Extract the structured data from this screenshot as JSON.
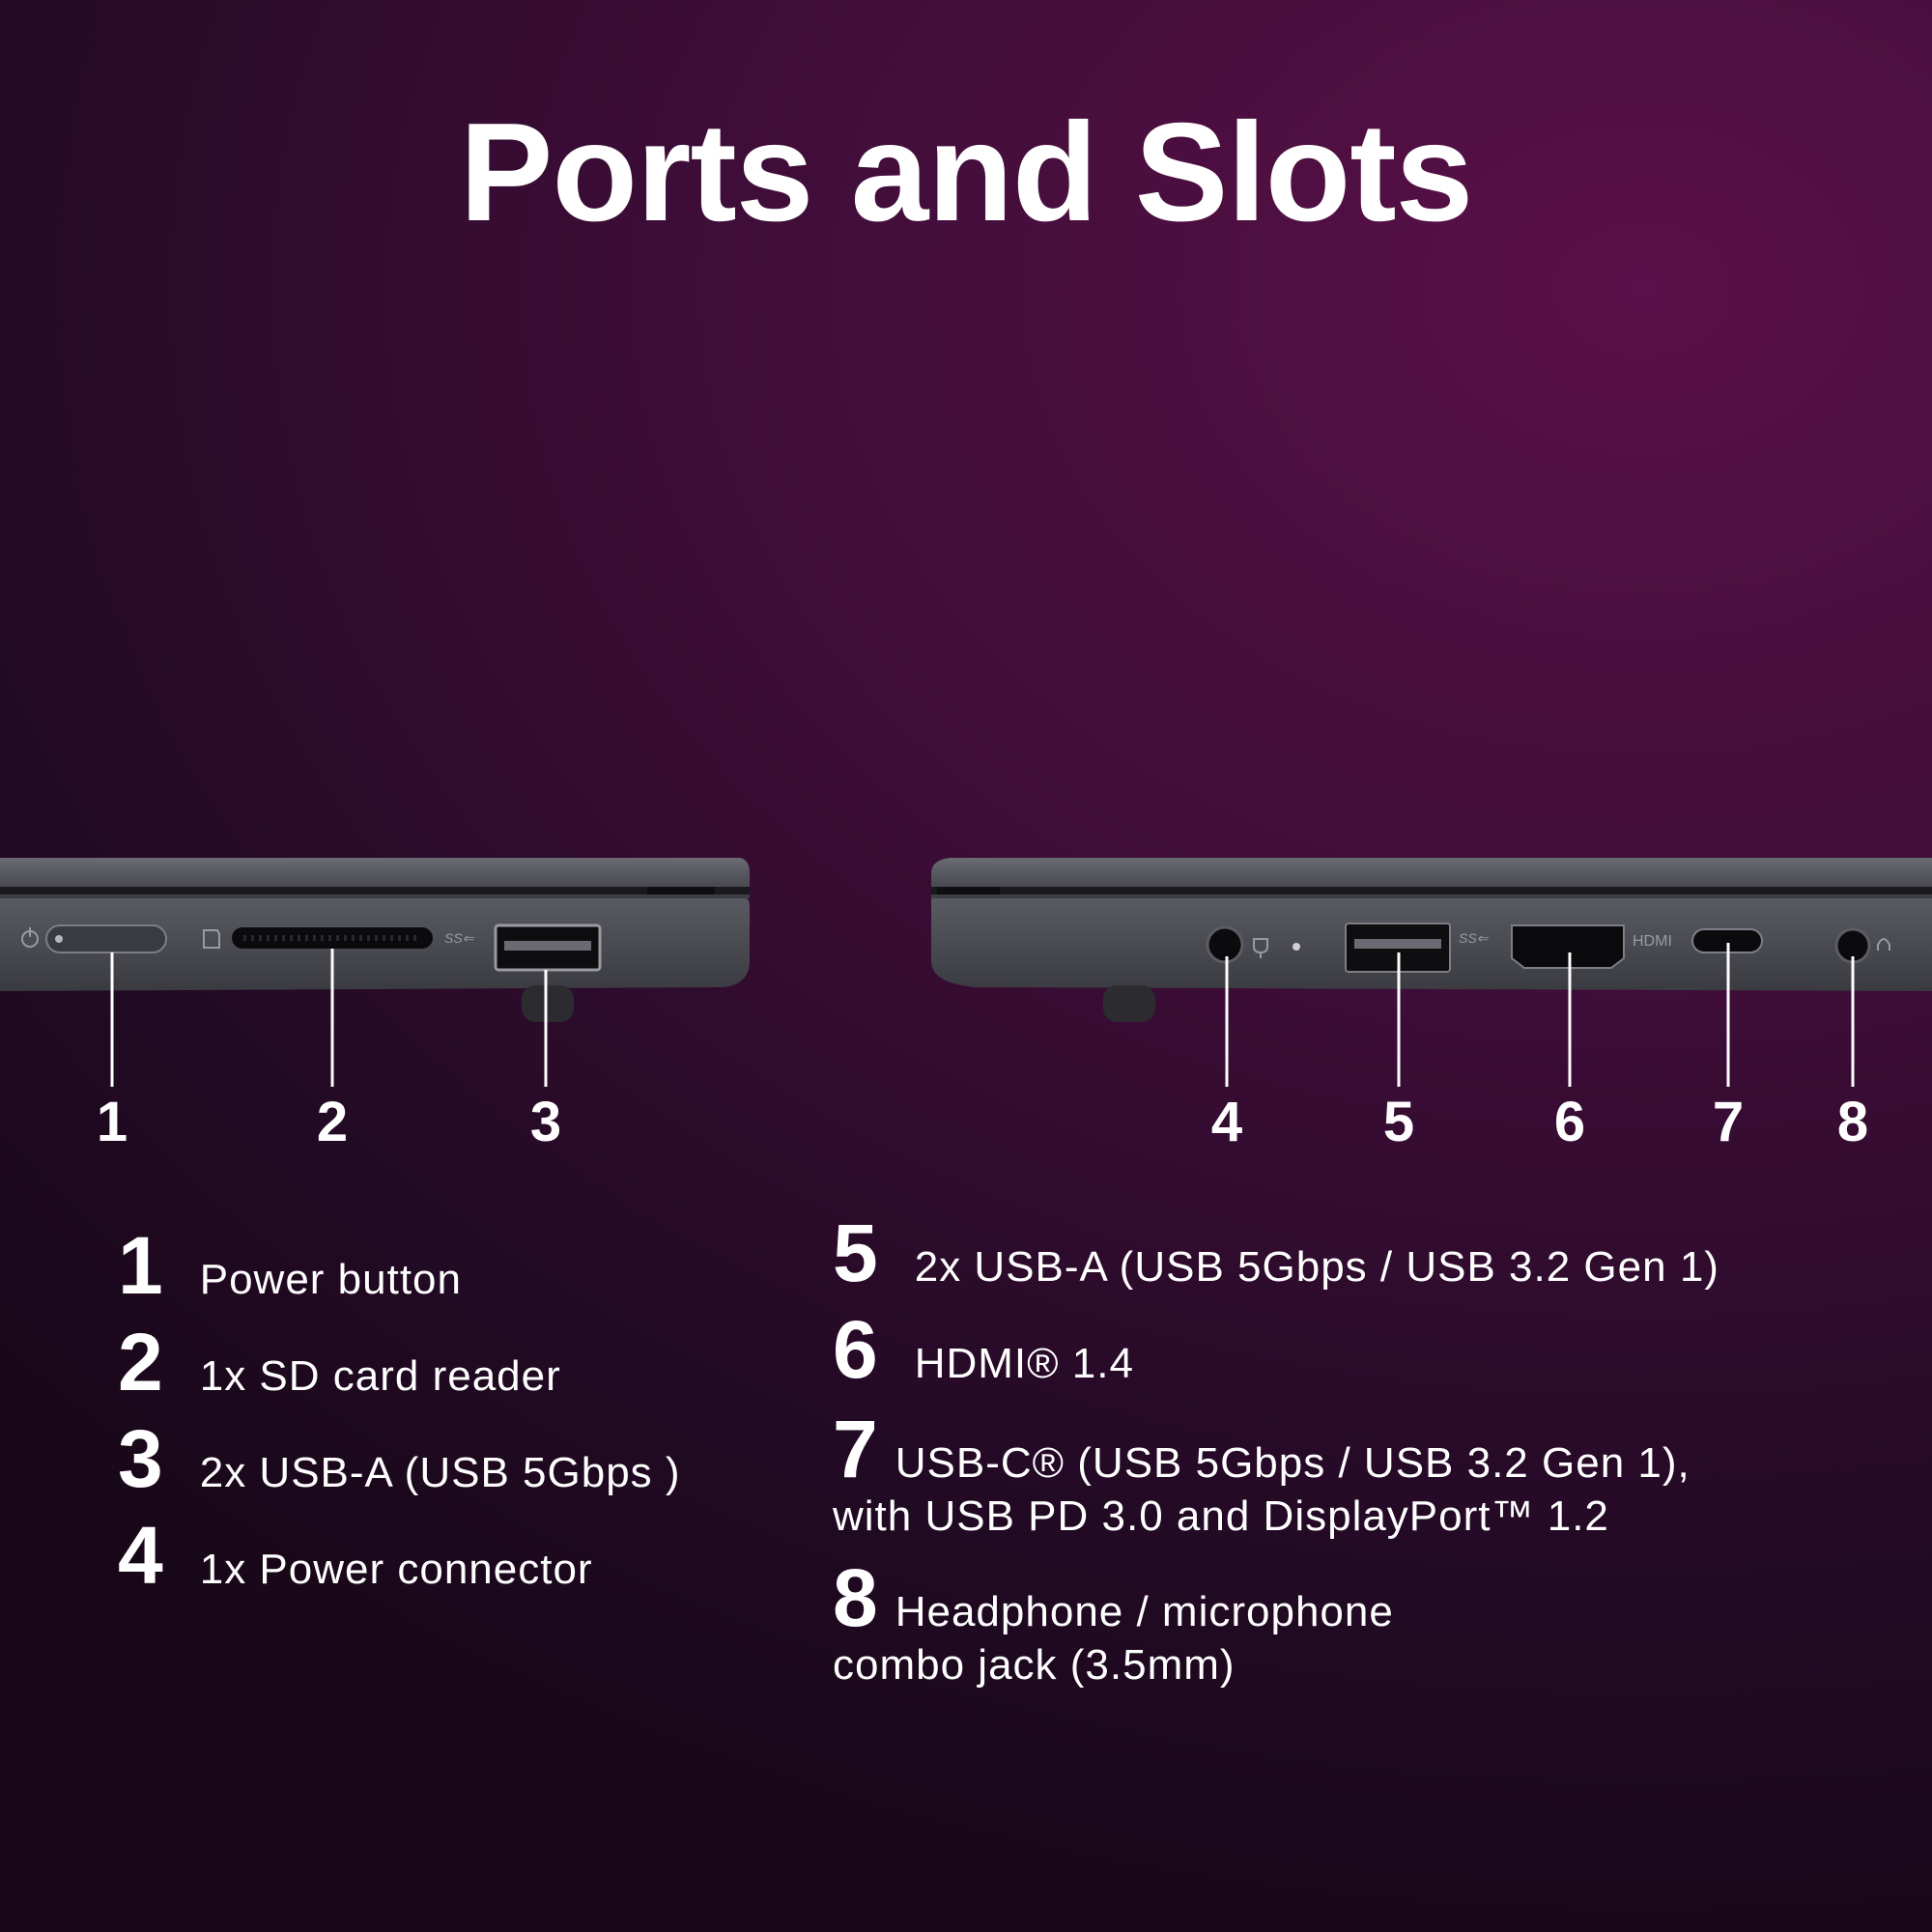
{
  "title": "Ports and Slots",
  "colors": {
    "background": "#3e0d38",
    "laptop_body": "#4a4b52",
    "text": "#ffffff"
  },
  "callouts": [
    "1",
    "2",
    "3",
    "4",
    "5",
    "6",
    "7",
    "8"
  ],
  "port_labels": {
    "usb_ss": "SS⇐",
    "hdmi": "HDMI"
  },
  "legend": [
    {
      "num": "1",
      "text": "Power button"
    },
    {
      "num": "2",
      "text": "1x SD card reader"
    },
    {
      "num": "3",
      "text": "2x USB-A (USB 5Gbps )"
    },
    {
      "num": "4",
      "text": "1x Power connector"
    },
    {
      "num": "5",
      "text": "2x USB-A (USB 5Gbps / USB 3.2 Gen 1)"
    },
    {
      "num": "6",
      "text": "HDMI® 1.4"
    },
    {
      "num": "7",
      "line1": "USB-C® (USB 5Gbps / USB 3.2 Gen 1),",
      "line2": "with USB PD 3.0 and DisplayPort™ 1.2"
    },
    {
      "num": "8",
      "line1": "Headphone / microphone",
      "line2": "combo jack (3.5mm)"
    }
  ]
}
